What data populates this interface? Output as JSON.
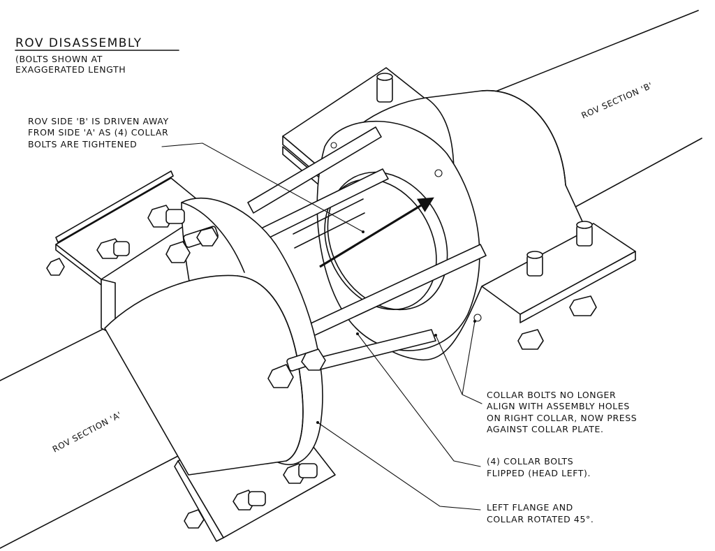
{
  "title": "ROV DISASSEMBLY",
  "subtitle_lines": [
    "(BOLTS SHOWN AT",
    "EXAGGERATED LENGTH"
  ],
  "section_b_label": "ROV SECTION 'B'",
  "section_a_label": "ROV SECTION 'A'",
  "note_driven": [
    "ROV SIDE 'B' IS DRIVEN AWAY",
    "FROM SIDE 'A' AS (4) COLLAR",
    "BOLTS ARE TIGHTENED"
  ],
  "note_collar_bolts": [
    "COLLAR BOLTS NO LONGER",
    "ALIGN WITH  ASSEMBLY HOLES",
    "ON RIGHT COLLAR, NOW  PRESS",
    "AGAINST COLLAR PLATE."
  ],
  "note_flipped": [
    "(4) COLLAR BOLTS",
    "FLIPPED (HEAD LEFT)."
  ],
  "note_flange": [
    "LEFT FLANGE AND",
    "COLLAR ROTATED 45°."
  ],
  "colors": {
    "line": "#111111",
    "background": "#ffffff"
  }
}
